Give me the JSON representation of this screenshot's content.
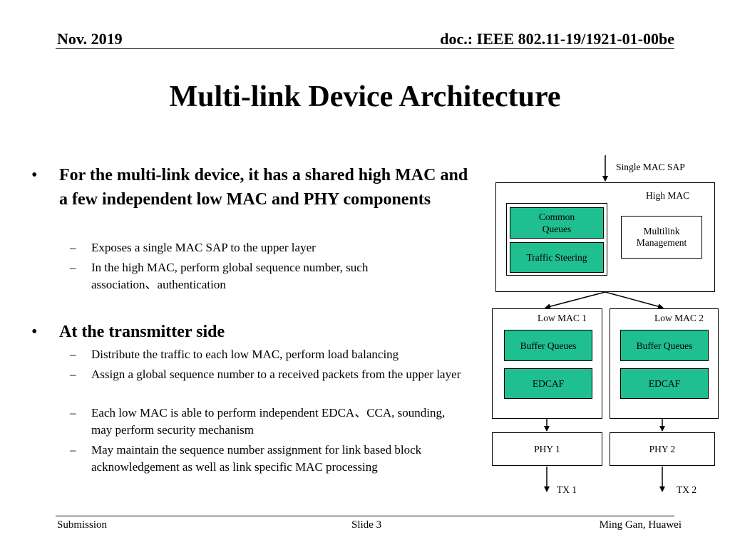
{
  "header": {
    "left": "Nov. 2019",
    "right": "doc.: IEEE 802.11-19/1921-01-00be"
  },
  "title": "Multi-link Device Architecture",
  "bullets": [
    {
      "text": "For the multi-link device, it has a shared high MAC and a few independent low MAC and PHY components",
      "subs": [
        "Exposes a single MAC SAP to the upper layer",
        "In the high MAC, perform global sequence number, such association、authentication"
      ]
    },
    {
      "text": "At the transmitter side",
      "subs": [
        "Distribute the traffic to each low MAC, perform load balancing",
        "Assign a global sequence number to a received packets from the upper layer",
        "Each low MAC is able to perform independent EDCA、CCA, sounding, may perform security mechanism",
        "May maintain the sequence number assignment for link based block acknowledgement as well as link specific MAC processing"
      ]
    }
  ],
  "diagram": {
    "sap_label": "Single MAC SAP",
    "high_mac": {
      "label": "High MAC",
      "common_queues": "Common Queues",
      "traffic_steering": "Traffic Steering",
      "multilink_management": "Multilink Management"
    },
    "low_macs": [
      {
        "label": "Low MAC 1",
        "buffer": "Buffer Queues",
        "edcaf": "EDCAF",
        "phy": "PHY 1",
        "tx": "TX 1"
      },
      {
        "label": "Low MAC 2",
        "buffer": "Buffer Queues",
        "edcaf": "EDCAF",
        "phy": "PHY 2",
        "tx": "TX 2"
      }
    ],
    "colors": {
      "module_fill": "#1fbf90",
      "line": "#000000"
    }
  },
  "footer": {
    "left": "Submission",
    "center": "Slide 3",
    "right": "Ming Gan, Huawei"
  }
}
